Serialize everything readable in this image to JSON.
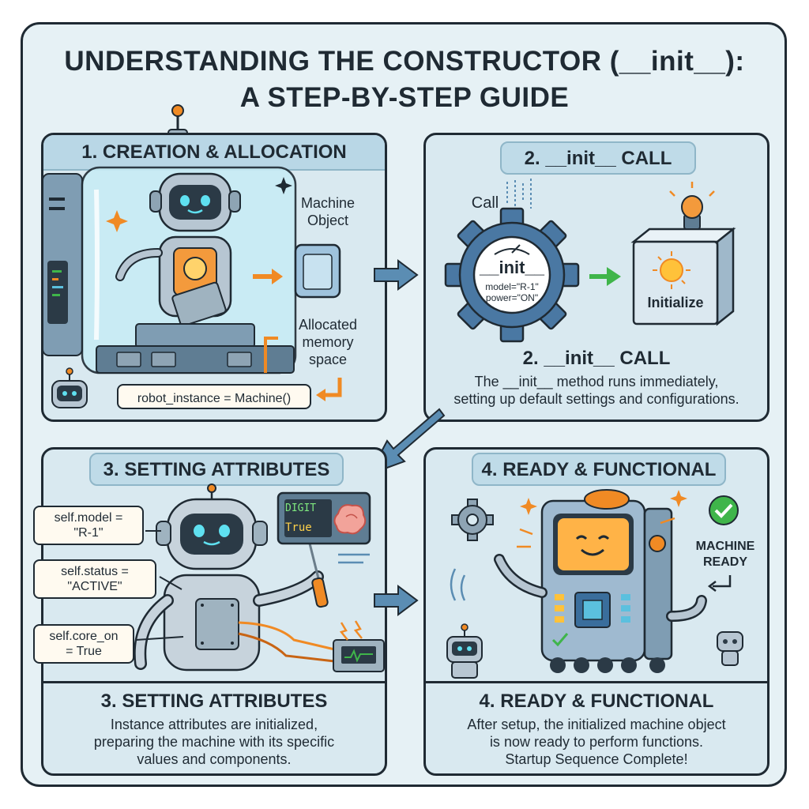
{
  "title": {
    "line1": "UNDERSTANDING THE CONSTRUCTOR (__init__):",
    "line2": "A STEP-BY-STEP GUIDE"
  },
  "step1": {
    "heading": "1. CREATION & ALLOCATION",
    "object_label_1": "Machine",
    "object_label_2": "Object",
    "memory_label_1": "Allocated",
    "memory_label_2": "memory",
    "memory_label_3": "space",
    "code": "robot_instance = Machine()"
  },
  "step2": {
    "heading": "2. __init__ CALL",
    "call_label": "Call",
    "gear_name": "__init__",
    "gear_arg1": "model=\"R-1\"",
    "gear_arg2": "power=\"ON\"",
    "box_label": "Initialize",
    "caption_head": "2. __init__ CALL",
    "caption_line1": "The __init__ method runs immediately,",
    "caption_line2": "setting up default settings and configurations."
  },
  "step3": {
    "heading": "3. SETTING ATTRIBUTES",
    "attr1_line1": "self.model =",
    "attr1_line2": "\"R-1\"",
    "attr2_line1": "self.status =",
    "attr2_line2": "\"ACTIVE\"",
    "attr3_line1": "self.core_on",
    "attr3_line2": "= True",
    "screen_line1": "DIGIT",
    "screen_line2": "True",
    "caption_head": "3. SETTING ATTRIBUTES",
    "caption_line1": "Instance attributes are initialized,",
    "caption_line2": "preparing the machine with its specific",
    "caption_line3": "values and components."
  },
  "step4": {
    "heading": "4. READY & FUNCTIONAL",
    "ready_line1": "MACHINE",
    "ready_line2": "READY",
    "caption_head": "4. READY & FUNCTIONAL",
    "caption_line1": "After setup, the initialized machine object",
    "caption_line2": "is now ready to perform functions.",
    "caption_line3": "Startup Sequence Complete!"
  },
  "colors": {
    "ink": "#1f2a33",
    "panel": "#d9e9f0",
    "accent_orange": "#f08a24",
    "accent_green": "#3fb54a",
    "arrow_blue": "#5b8db3"
  },
  "icons": [
    "antenna-icon",
    "sparkle-icon",
    "robot-icon",
    "gear-icon",
    "bulb-icon",
    "checkmark-icon",
    "brain-icon",
    "screwdriver-icon",
    "arrow-icon"
  ]
}
